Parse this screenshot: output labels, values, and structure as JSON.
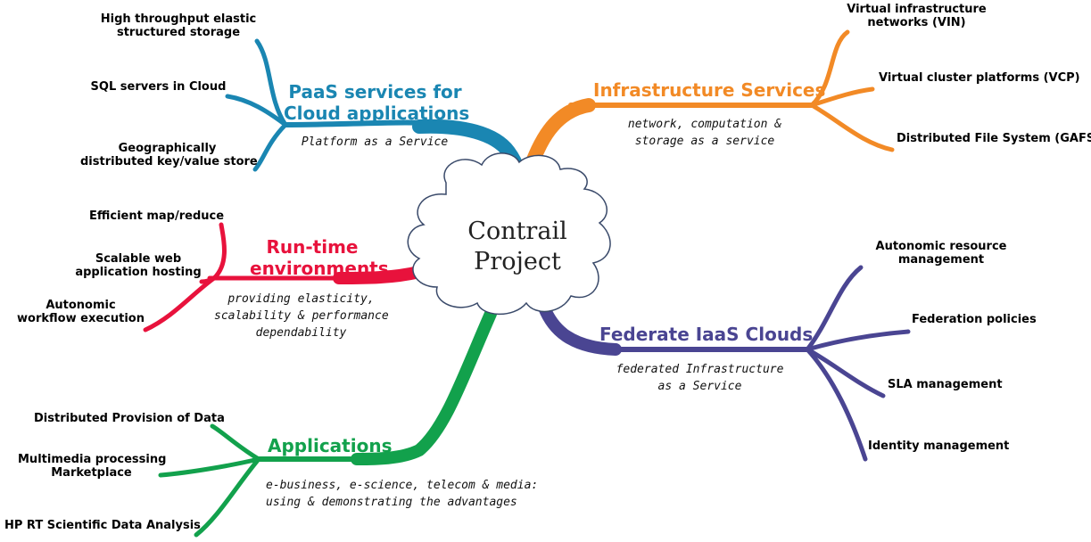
{
  "center": {
    "line1": "Contrail",
    "line2": "Project"
  },
  "colors": {
    "paas": "#1a86b2",
    "infra": "#f28a26",
    "runtime": "#e8123c",
    "federate": "#4a4592",
    "apps": "#12a14c"
  },
  "paas": {
    "title_line1": "PaaS services for",
    "title_line2": "Cloud applications",
    "note": "Platform as a Service",
    "leaves": [
      {
        "line1": "High throughput elastic",
        "line2": "structured storage"
      },
      {
        "line1": "SQL servers in Cloud",
        "line2": ""
      },
      {
        "line1": "Geographically",
        "line2": "distributed key/value store"
      }
    ]
  },
  "infra": {
    "title": "Infrastructure Services",
    "note_line1": "network, computation &",
    "note_line2": "storage as a service",
    "leaves": [
      {
        "line1": "Virtual infrastructure",
        "line2": "networks (VIN)"
      },
      {
        "line1": "Virtual cluster platforms (VCP)",
        "line2": ""
      },
      {
        "line1": "Distributed File System (GAFS)",
        "line2": ""
      }
    ]
  },
  "runtime": {
    "title_line1": "Run-time",
    "title_line2": "environments",
    "note_line1": "providing elasticity,",
    "note_line2": "scalability & performance",
    "note_line3": "dependability",
    "leaves": [
      {
        "line1": "Efficient map/reduce",
        "line2": ""
      },
      {
        "line1": "Scalable web",
        "line2": "application hosting"
      },
      {
        "line1": "Autonomic",
        "line2": "workflow execution"
      }
    ]
  },
  "federate": {
    "title": "Federate IaaS Clouds",
    "note_line1": "federated Infrastructure",
    "note_line2": "as a Service",
    "leaves": [
      {
        "line1": "Autonomic resource",
        "line2": "management"
      },
      {
        "line1": "Federation policies",
        "line2": ""
      },
      {
        "line1": "SLA management",
        "line2": ""
      },
      {
        "line1": "Identity management",
        "line2": ""
      }
    ]
  },
  "apps": {
    "title": "Applications",
    "note_line1": "e-business, e-science, telecom & media:",
    "note_line2": "using & demonstrating the advantages",
    "leaves": [
      {
        "line1": "Distributed Provision of Data",
        "line2": ""
      },
      {
        "line1": "Multimedia processing",
        "line2": "Marketplace"
      },
      {
        "line1": "HP RT Scientific Data Analysis",
        "line2": ""
      }
    ]
  }
}
